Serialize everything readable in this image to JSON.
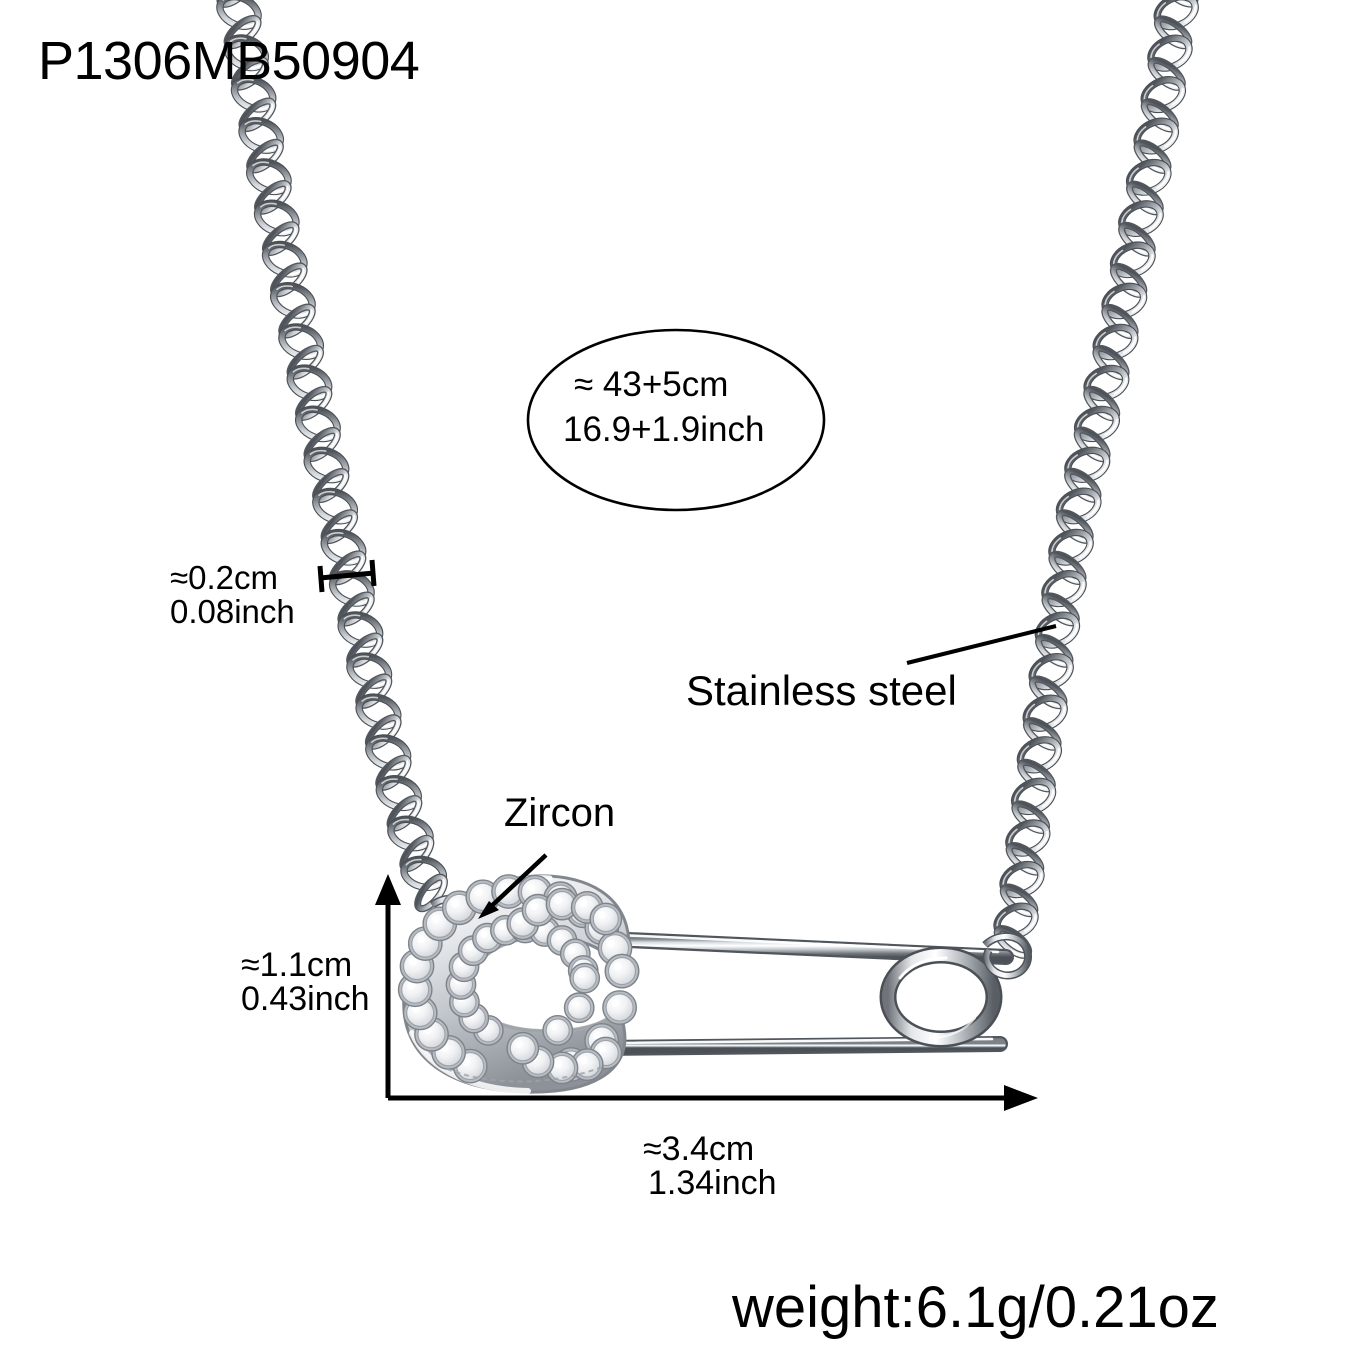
{
  "product": {
    "sku": "P1306MB50904",
    "weight_label": "weight:6.1g/0.21oz",
    "material_label": "Stainless steel",
    "stone_label": "Zircon"
  },
  "callouts": {
    "chain_length": {
      "name": "chain-length-callout",
      "line1": "≈ 43+5cm",
      "line2": "16.9+1.9inch"
    },
    "chain_width": {
      "name": "chain-width-dimension",
      "line1": "≈0.2cm",
      "line2": "0.08inch"
    },
    "pendant_height": {
      "name": "pendant-height-dimension",
      "line1": "≈1.1cm",
      "line2": "0.43inch"
    },
    "pendant_width": {
      "name": "pendant-width-dimension",
      "line1": "≈3.4cm",
      "line2": "1.34inch"
    }
  },
  "colors": {
    "background": "#ffffff",
    "ink": "#000000",
    "metal_light": "#fdfdfd",
    "metal_mid": "#b9bdc2",
    "metal_dark": "#6a6f75",
    "metal_shadow": "#3b4046",
    "stone_fill": "#f4f5f7",
    "stone_edge": "#8d9299"
  },
  "product_view": {
    "subject": "safety-pin-pendant-necklace",
    "chain_style": "curb-chain",
    "pendant_style": "safety-pin-with-pave-horseshoe-head"
  }
}
